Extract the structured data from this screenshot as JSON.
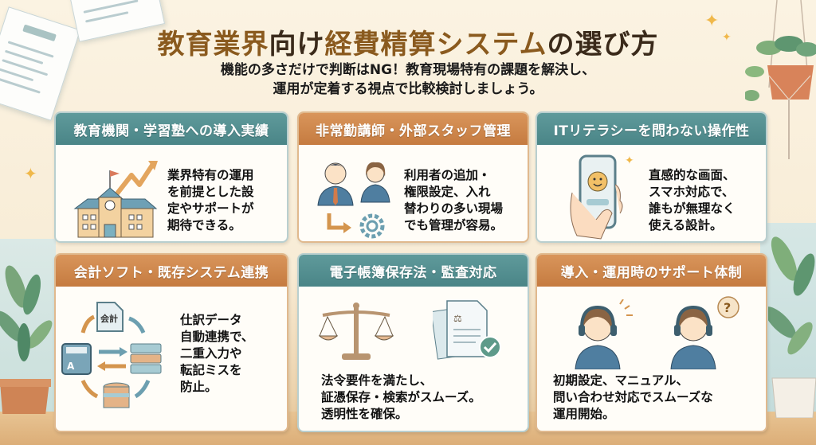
{
  "header": {
    "title_parts": [
      "教育業界",
      "向け",
      "経費精算システム",
      "の選び方"
    ],
    "subtitle_line1": "機能の多さだけで判断はNG！教育現場特有の課題を解決し、",
    "subtitle_line2": "運用が定着する視点で比較検討しましょう。"
  },
  "cards": [
    {
      "title": "教育機関・学習塾への導入実績",
      "text": "業界特有の運用\nを前提とした設\n定やサポートが\n期待できる。",
      "icon": "school-growth-icon",
      "color": "teal"
    },
    {
      "title": "非常勤講師・外部スタッフ管理",
      "text": "利用者の追加・\n権限設定、入れ\n替わりの多い現場\nでも管理が容易。",
      "icon": "staff-settings-icon",
      "color": "orange"
    },
    {
      "title": "ITリテラシーを問わない操作性",
      "text": "直感的な画面、\nスマホ対応で、\n誰もが無理なく\n使える設計。",
      "icon": "smartphone-hand-icon",
      "color": "teal"
    },
    {
      "title": "会計ソフト・既存システム連携",
      "text": "仕訳データ\n自動連携で、\n二重入力や\n転記ミスを\n防止。",
      "icon": "system-sync-icon",
      "icon_label": "会計",
      "color": "orange"
    },
    {
      "title": "電子帳簿保存法・監査対応",
      "text": "法令要件を満たし、\n証憑保存・検索がスムーズ。\n透明性を確保。",
      "icon": "scale-document-check-icon",
      "color": "teal"
    },
    {
      "title": "導入・運用時のサポート体制",
      "text": "初期設定、マニュアル、\n問い合わせ対応でスムーズな\n運用開始。",
      "icon": "support-operators-icon",
      "color": "orange"
    }
  ],
  "colors": {
    "teal_header": "#4a8587",
    "orange_header": "#c57b40",
    "title_accent": "#8a5a1e",
    "title_dark": "#3a2a1a"
  }
}
